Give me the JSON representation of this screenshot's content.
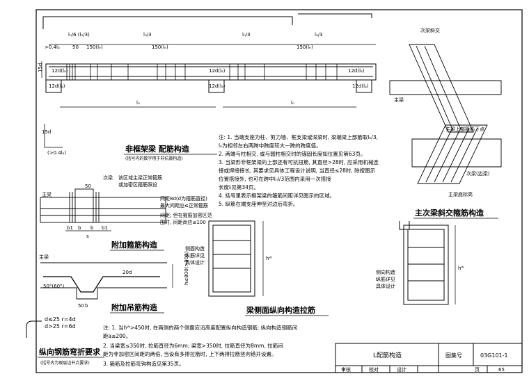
{
  "top_beam": {
    "labels_top": [
      "lₙ/6 (lₙ/3)",
      "lₙ/3",
      "lₙ/3",
      "lₙ/3"
    ],
    "small_top": [
      ">0.4lₐ",
      "50",
      "150(lₑ)",
      "150(lₑ)",
      "150(lₑ)"
    ],
    "anchor_labels": [
      "12d(lₐ)",
      "12d(lₐ)",
      "12d(lₐ)",
      "12d(lₐ)",
      "12d(lₐ)",
      "12d(lₐ)"
    ],
    "span_labels": [
      "lₙ",
      "lₙ"
    ],
    "height_label": "15d",
    "left_note_a": "15d",
    "left_note_b": "(>0.4lₐ)"
  },
  "titles": {
    "non_frame": "非框架梁 配筋构造",
    "non_frame_sub": "(括号内的数字用于非抗震构造)",
    "additional_stirrup": "附加箍筋构造",
    "additional_hanger": "附加吊筋构造",
    "side_bar": "梁侧面纵向构造拉筋",
    "main_secondary": "主次梁斜交箍筋构造",
    "bend_req": "纵向钢筋弯折要求",
    "bend_req_sub": "(括号内为观层边节点要求)"
  },
  "stirrup_detail": {
    "main_beam": "主梁",
    "secondary_beam": "次梁",
    "note_a": "该区域主梁正常箍筋",
    "note_b": "或加密区箍筋照设",
    "spacing_a": "间距8d(d为箍筋直径)",
    "spacing_b": "最大间距应≤正常箍筋",
    "spacing_c": "间距; 但在箍筋加密区范",
    "spacing_d": "围时, 间距尚应≤100",
    "dim_50": "50",
    "dim_s": "s",
    "dims_bottom": [
      "b1",
      "b",
      "b",
      "b1"
    ]
  },
  "hanger_detail": {
    "main_beam": "主梁",
    "dim_20d": "20d",
    "dim_angle": "50°(60°)",
    "dim_h": "h≤800(>800)",
    "dim_b": "b",
    "dim_50": "50"
  },
  "bend_detail": {
    "line1": "d≤25  r=4d",
    "line2": "d>25  r=6d"
  },
  "side_detail": {
    "label_left_1": "侧面构造",
    "label_left_2": "纵筋详见",
    "label_left_3": "具体设计",
    "label_right_1": "侧向构造",
    "label_right_2": "纵筋详见",
    "label_right_3": "具体设计",
    "dim_hw": "hᵂ"
  },
  "oblique_detail": {
    "title_small": "次梁斜交",
    "main_beam": "主梁",
    "note_top": "主梁上部箍筋下点",
    "secondary": "次梁(边梁)",
    "bottom": "主梁底标高"
  },
  "notes_top": [
    "注: 1. 当端支座为柱、剪力墙、框支梁或深梁时, 梁端梁上部筋取lₙ/3,",
    "       lₙ为相邻左右两跨中跨度较大一跨的跨度值。",
    "   2. 两端与柱相交, 或与圆柱相交时的锚固长度如位置见第63页。",
    "   3. 当梁形非框架梁的上部还有可抗扭筋, 其直径>28时, 应采用机械连",
    "      接或焊接接长, 其要求见具体工程设计说明, 当直径≤28时, 除按图示",
    "      位置搭接外, 也可在跨中lₙl/3范围内采用一次搭接",
    "      长度lₗ见第34页。",
    "   4. 括号里表示框架梁的箍筋间距详见图示的区域。",
    "   5. 纵筋在端支座伸至对边后弯折。"
  ],
  "notes_bottom": [
    "注: 1. 当hᵂ>450时, 在两侧的两个侧面应沿高度配置纵向构造钢筋; 纵向构造钢筋间",
    "       距a≤200。",
    "   2. 当梁宽≤350时, 拉筋直径为6mm; 梁宽>350时, 拉筋直径为8mm, 拉筋间",
    "      距为非加密区间距的两倍, 当设有多排拉筋时, 上下两排拉筋竖向错开设置。",
    "   3. 箍筋及拉筋弯钩构造见第35页。"
  ],
  "title_block": {
    "name": "L配筋构造",
    "set_label": "图集号",
    "set_no": "03G101-1",
    "review": "审核",
    "check": "校对",
    "design": "设计",
    "page_label": "页",
    "page_no": "65"
  }
}
